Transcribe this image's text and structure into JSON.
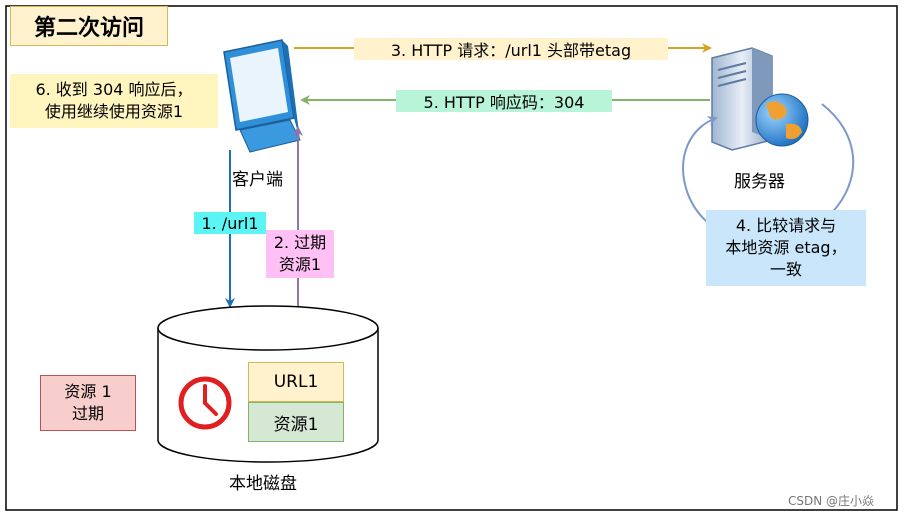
{
  "title": "第二次访问",
  "client": {
    "label": "客户端"
  },
  "server": {
    "label": "服务器"
  },
  "disk": {
    "label": "本地磁盘",
    "url_cell": "URL1",
    "resource_cell": "资源1"
  },
  "expired_note": {
    "line1": "资源 1",
    "line2": "过期"
  },
  "steps": {
    "s1": "1. /url1",
    "s2_line1": "2. 过期",
    "s2_line2": "资源1",
    "s3": "3. HTTP 请求：/url1 头部带etag",
    "s4_line1": "4. 比较请求与",
    "s4_line2": "本地资源 etag，",
    "s4_line3": "一致",
    "s5": "5. HTTP 响应码：304",
    "s6_line1": "6. 收到 304 响应后，",
    "s6_line2": "使用继续使用资源1"
  },
  "watermark": "CSDN @庄小焱",
  "colors": {
    "title_bg": "#fff2cc",
    "step1_bg": "#5cf5f5",
    "step2_bg": "#ffc0f5",
    "step3_bg": "#fff2cc",
    "step3_arrow": "#d6a41e",
    "step4_bg": "#c9e6fb",
    "step4_arrow": "#7c98c8",
    "step5_bg": "#b8f5d8",
    "step5_arrow": "#82b366",
    "step6_bg": "#fff5bf",
    "arrow1": "#1f6fb8",
    "arrow2": "#9673a6",
    "url_cell_bg": "#fff2cc",
    "resource_cell_bg": "#d5e8d4",
    "expired_bg": "#f8cecc",
    "clock": "#e02020"
  }
}
